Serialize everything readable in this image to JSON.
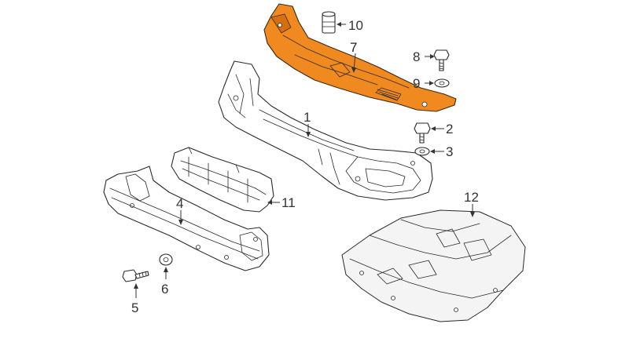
{
  "diagram": {
    "highlight_color": "#f0891f",
    "callouts": {
      "c1": "1",
      "c2": "2",
      "c3": "3",
      "c4": "4",
      "c5": "5",
      "c6": "6",
      "c7": "7",
      "c8": "8",
      "c9": "9",
      "c10": "10",
      "c11": "11",
      "c12": "12"
    }
  }
}
